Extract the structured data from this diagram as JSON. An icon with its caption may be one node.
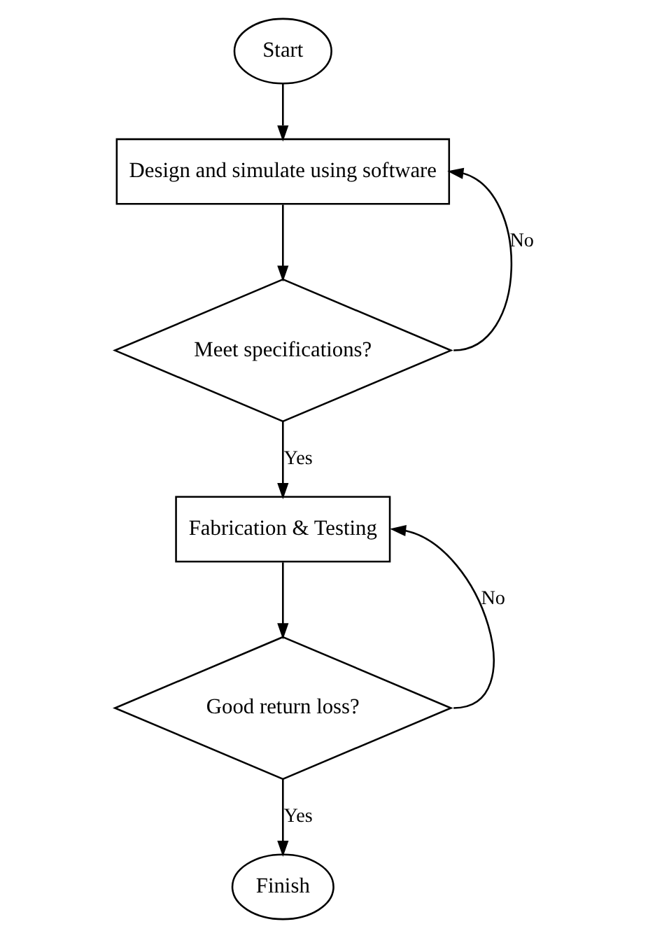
{
  "diagram": {
    "nodes": [
      {
        "text": [
          "Start"
        ]
      },
      {
        "text": [
          "Design and simulate using software"
        ]
      },
      {
        "text": [
          "Meet specifications?"
        ]
      },
      {
        "text": [
          "Fabrication & Testing"
        ]
      },
      {
        "text": [
          "Good return loss?"
        ]
      },
      {
        "text": [
          "Finish"
        ]
      }
    ],
    "edges": [
      {
        "from": 0,
        "to": 1,
        "arrow": "to"
      },
      {
        "from": 1,
        "to": 2,
        "arrow": "to"
      },
      {
        "from": 2,
        "to": 3,
        "arrow": "to",
        "label": "Yes"
      },
      {
        "from": 2,
        "to": 1,
        "arrow": "to",
        "label": "No"
      },
      {
        "from": 3,
        "to": 4,
        "arrow": "to"
      },
      {
        "from": 4,
        "to": 5,
        "arrow": "to",
        "label": "Yes"
      },
      {
        "from": 4,
        "to": 3,
        "arrow": "to",
        "label": "No"
      }
    ]
  }
}
